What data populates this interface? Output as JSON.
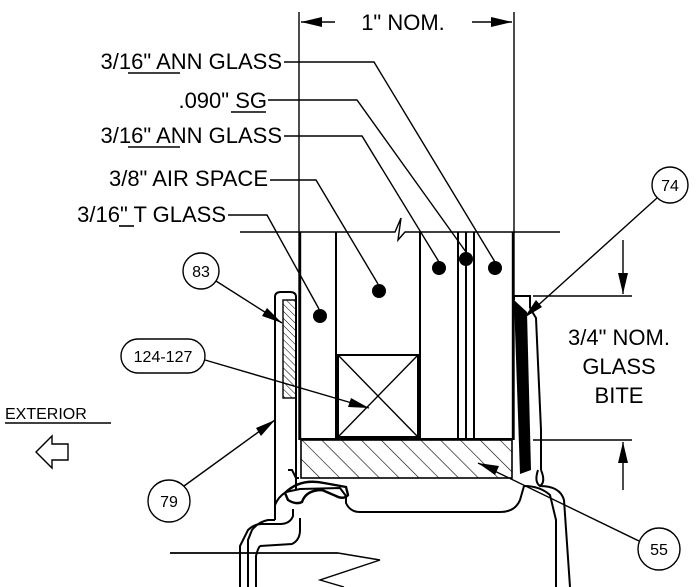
{
  "dimensions": {
    "nominal_width": "1\" NOM.",
    "glass_bite": [
      "3/4\" NOM.",
      "GLASS",
      "BITE"
    ]
  },
  "layers": [
    {
      "prefix": "3/16\" ",
      "underlined": "ANN",
      "suffix": " GLASS"
    },
    {
      "prefix": ".090\" ",
      "underlined": "SG",
      "suffix": ""
    },
    {
      "prefix": "3/16\" ",
      "underlined": "ANN",
      "suffix": " GLASS"
    },
    {
      "prefix": "3/8\" AIR SPACE",
      "underlined": "",
      "suffix": ""
    },
    {
      "prefix": "3/16\" ",
      "underlined": "T",
      "suffix": " GLASS"
    }
  ],
  "callouts": {
    "c74": "74",
    "c83": "83",
    "c124": "124-127",
    "c79": "79",
    "c55": "55"
  },
  "exterior_label": "EXTERIOR",
  "icons": {
    "exterior": "left-arrow-icon"
  },
  "colors": {
    "line": "#000000",
    "background": "#ffffff"
  }
}
